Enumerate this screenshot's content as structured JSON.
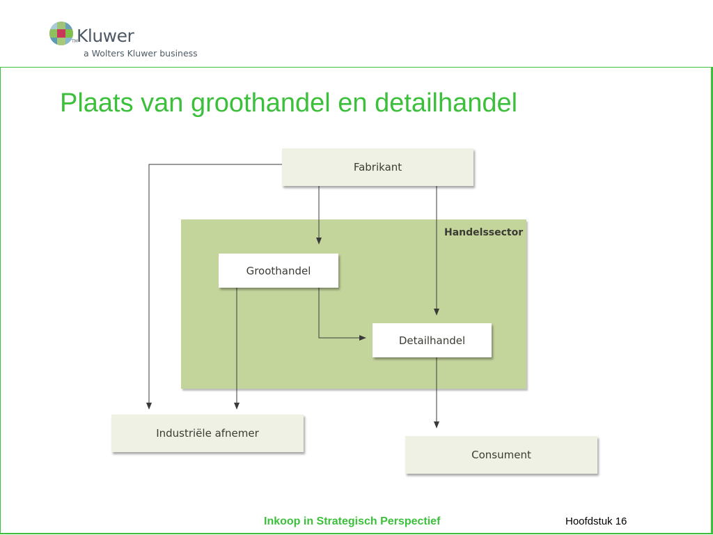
{
  "logo": {
    "name": "Kluwer",
    "tm": "TM",
    "tagline": "a Wolters Kluwer business",
    "icon": "kluwer-globe-logo"
  },
  "title": "Plaats van groothandel en detailhandel",
  "diagram": {
    "sector_label": "Handelssector",
    "nodes": {
      "fabrikant": "Fabrikant",
      "groothandel": "Groothandel",
      "detailhandel": "Detailhandel",
      "industriele_afnemer": "Industriële afnemer",
      "consument": "Consument"
    },
    "edges": [
      {
        "from": "Fabrikant",
        "to": "Groothandel"
      },
      {
        "from": "Fabrikant",
        "to": "Detailhandel"
      },
      {
        "from": "Fabrikant",
        "to": "Industriële afnemer"
      },
      {
        "from": "Groothandel",
        "to": "Detailhandel"
      },
      {
        "from": "Groothandel",
        "to": "Industriële afnemer"
      },
      {
        "from": "Detailhandel",
        "to": "Consument"
      }
    ]
  },
  "footer": {
    "book_title": "Inkoop in Strategisch Perspectief",
    "chapter": "Hoofdstuk 16"
  },
  "colors": {
    "accent_green": "#3cc03c",
    "sector_fill": "#c4d59c",
    "node_fill": "#eef1e3",
    "text_dark": "#3b3b33"
  }
}
